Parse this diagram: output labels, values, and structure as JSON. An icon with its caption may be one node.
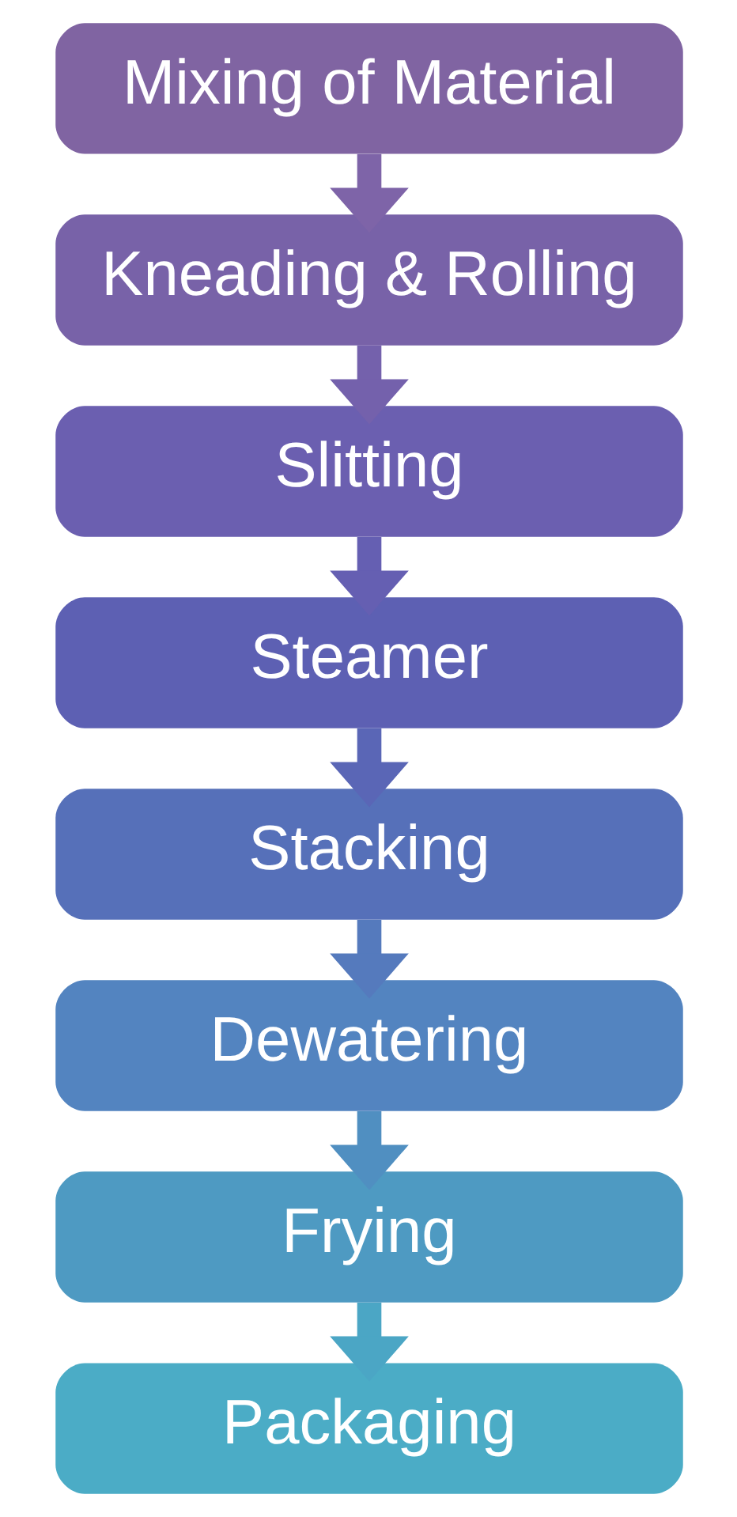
{
  "diagram": {
    "nodes": [
      {
        "text": [
          "Mixing of Material"
        ]
      },
      {
        "text": [
          "Kneading & Rolling"
        ]
      },
      {
        "text": [
          "Slitting"
        ]
      },
      {
        "text": [
          "Steamer"
        ]
      },
      {
        "text": [
          "Stacking"
        ]
      },
      {
        "text": [
          "Dewatering"
        ]
      },
      {
        "text": [
          "Frying"
        ]
      },
      {
        "text": [
          "Packaging"
        ]
      }
    ],
    "edges": [
      {
        "from": 0,
        "to": 1,
        "arrow": "to",
        "color": "#7e64a8"
      },
      {
        "from": 1,
        "to": 2,
        "arrow": "to",
        "color": "#7461ac"
      },
      {
        "from": 2,
        "to": 3,
        "arrow": "to",
        "color": "#655fb2"
      },
      {
        "from": 3,
        "to": 4,
        "arrow": "to",
        "color": "#5a66b6"
      },
      {
        "from": 4,
        "to": 5,
        "arrow": "to",
        "color": "#557abd"
      },
      {
        "from": 5,
        "to": 6,
        "arrow": "to",
        "color": "#508fc1"
      },
      {
        "from": 6,
        "to": 7,
        "arrow": "to",
        "color": "#4ba6c5"
      }
    ]
  }
}
